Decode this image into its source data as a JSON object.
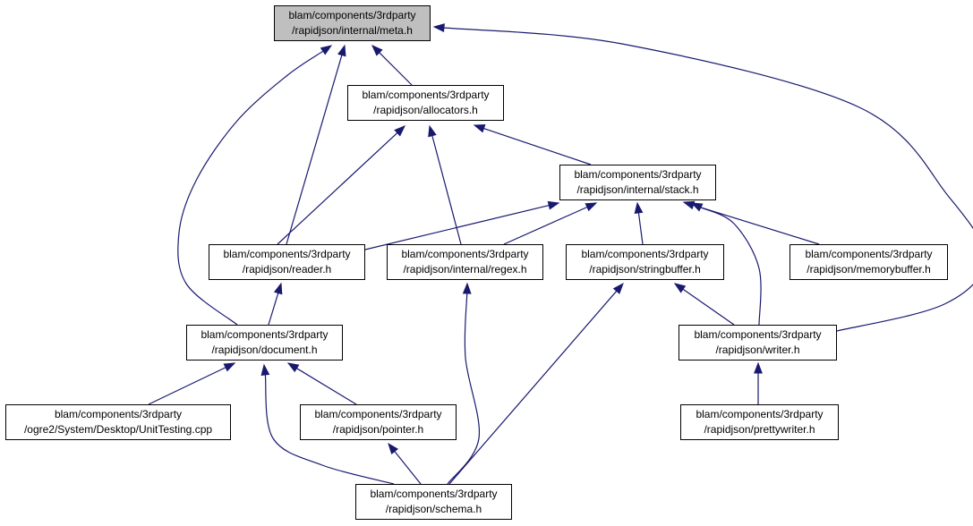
{
  "graph": {
    "edge_color": "#191970",
    "highlight_fill": "#bfbfbf",
    "nodes": [
      {
        "id": "meta",
        "line1": "blam/components/3rdparty",
        "line2": "/rapidjson/internal/meta.h",
        "highlighted": true
      },
      {
        "id": "allocators",
        "line1": "blam/components/3rdparty",
        "line2": "/rapidjson/allocators.h"
      },
      {
        "id": "stack",
        "line1": "blam/components/3rdparty",
        "line2": "/rapidjson/internal/stack.h"
      },
      {
        "id": "reader",
        "line1": "blam/components/3rdparty",
        "line2": "/rapidjson/reader.h"
      },
      {
        "id": "regex",
        "line1": "blam/components/3rdparty",
        "line2": "/rapidjson/internal/regex.h"
      },
      {
        "id": "stringbuffer",
        "line1": "blam/components/3rdparty",
        "line2": "/rapidjson/stringbuffer.h"
      },
      {
        "id": "memorybuffer",
        "line1": "blam/components/3rdparty",
        "line2": "/rapidjson/memorybuffer.h"
      },
      {
        "id": "document",
        "line1": "blam/components/3rdparty",
        "line2": "/rapidjson/document.h"
      },
      {
        "id": "writer",
        "line1": "blam/components/3rdparty",
        "line2": "/rapidjson/writer.h"
      },
      {
        "id": "unittesting",
        "line1": "blam/components/3rdparty",
        "line2": "/ogre2/System/Desktop/UnitTesting.cpp"
      },
      {
        "id": "pointer",
        "line1": "blam/components/3rdparty",
        "line2": "/rapidjson/pointer.h"
      },
      {
        "id": "prettywriter",
        "line1": "blam/components/3rdparty",
        "line2": "/rapidjson/prettywriter.h"
      },
      {
        "id": "schema",
        "line1": "blam/components/3rdparty",
        "line2": "/rapidjson/schema.h"
      }
    ],
    "edges": [
      {
        "from": "allocators",
        "to": "meta"
      },
      {
        "from": "reader",
        "to": "meta"
      },
      {
        "from": "document",
        "to": "meta"
      },
      {
        "from": "writer",
        "to": "meta"
      },
      {
        "from": "stack",
        "to": "allocators"
      },
      {
        "from": "reader",
        "to": "allocators"
      },
      {
        "from": "regex",
        "to": "allocators"
      },
      {
        "from": "reader",
        "to": "stack"
      },
      {
        "from": "regex",
        "to": "stack"
      },
      {
        "from": "stringbuffer",
        "to": "stack"
      },
      {
        "from": "memorybuffer",
        "to": "stack"
      },
      {
        "from": "writer",
        "to": "stack"
      },
      {
        "from": "document",
        "to": "reader"
      },
      {
        "from": "unittesting",
        "to": "document"
      },
      {
        "from": "pointer",
        "to": "document"
      },
      {
        "from": "schema",
        "to": "document"
      },
      {
        "from": "schema",
        "to": "regex"
      },
      {
        "from": "schema",
        "to": "stringbuffer"
      },
      {
        "from": "writer",
        "to": "stringbuffer"
      },
      {
        "from": "prettywriter",
        "to": "writer"
      },
      {
        "from": "schema",
        "to": "pointer"
      }
    ]
  }
}
